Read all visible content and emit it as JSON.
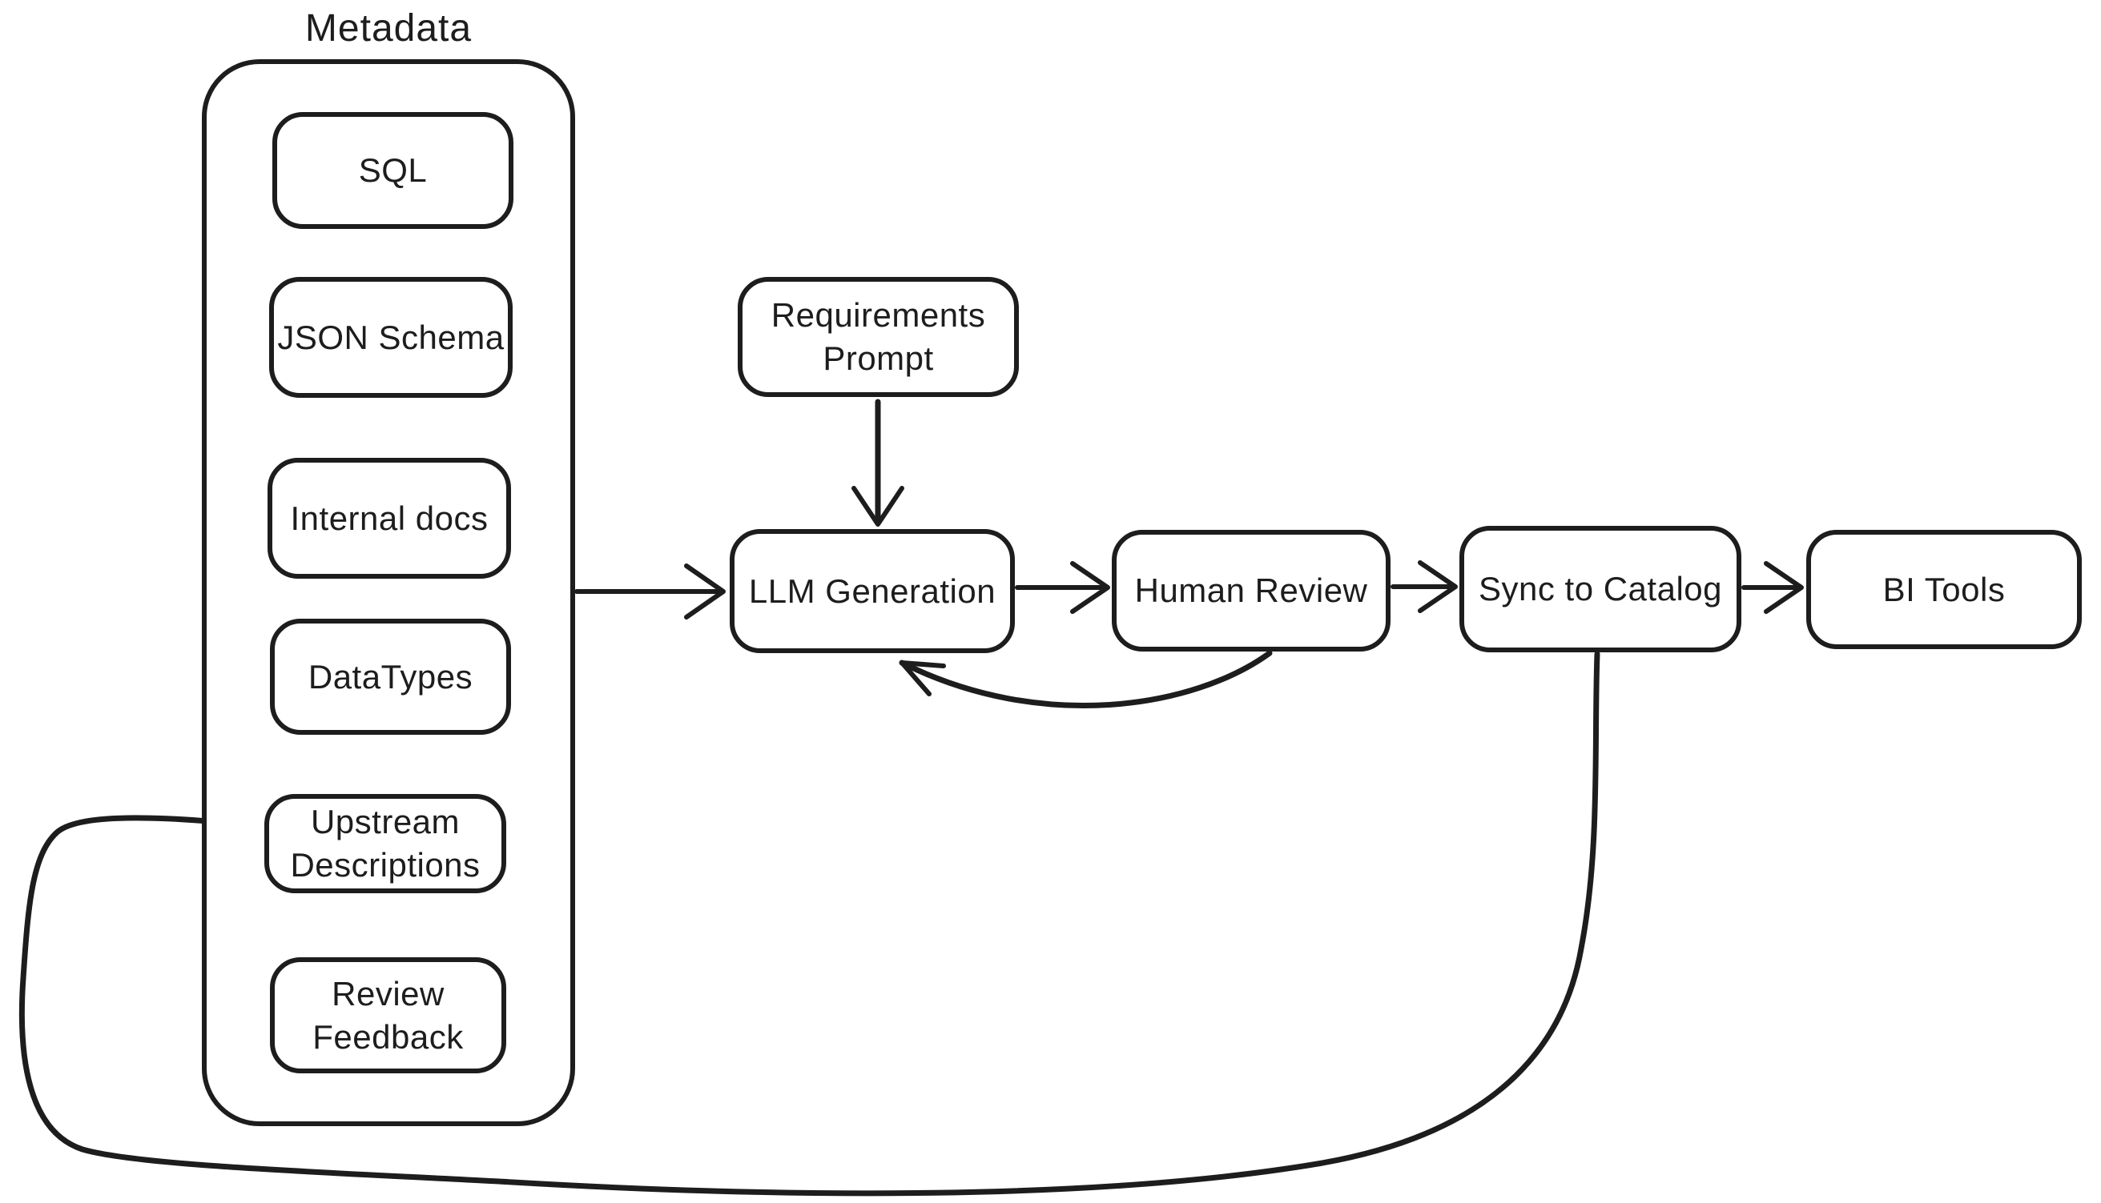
{
  "diagram": {
    "colors": {
      "ink": "#1d1d1d",
      "background": "#ffffff"
    },
    "group": {
      "title": "Metadata",
      "items": [
        {
          "label": "SQL"
        },
        {
          "label": "JSON Schema"
        },
        {
          "label": "Internal docs"
        },
        {
          "label": "DataTypes"
        },
        {
          "label": "Upstream Descriptions"
        },
        {
          "label": "Review Feedback"
        }
      ]
    },
    "nodes": [
      {
        "label": "Requirements Prompt"
      },
      {
        "label": "LLM Generation"
      },
      {
        "label": "Human Review"
      },
      {
        "label": "Sync to Catalog"
      },
      {
        "label": "BI Tools"
      }
    ],
    "edges": [
      {
        "from": "Metadata",
        "to": "LLM Generation"
      },
      {
        "from": "Requirements Prompt",
        "to": "LLM Generation"
      },
      {
        "from": "LLM Generation",
        "to": "Human Review"
      },
      {
        "from": "Human Review",
        "to": "Sync to Catalog"
      },
      {
        "from": "Sync to Catalog",
        "to": "BI Tools"
      },
      {
        "from": "Human Review",
        "to": "LLM Generation"
      },
      {
        "from": "Sync to Catalog",
        "to": "Upstream Descriptions"
      }
    ]
  }
}
